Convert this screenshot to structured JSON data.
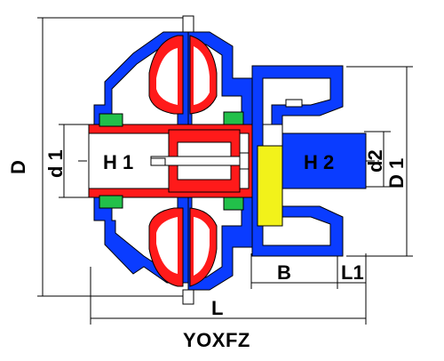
{
  "labels": {
    "D": "D",
    "d1": "d 1",
    "H1": "H 1",
    "H2": "H 2",
    "d2": "d2",
    "D1": "D 1",
    "B": "B",
    "L1": "L1",
    "L": "L",
    "model": "YOXFZ"
  },
  "colors": {
    "housing": "#0a3cff",
    "shaft": "#ff1a1a",
    "bearing": "#22c04a",
    "coupling_disc": "#f2f21a",
    "outline": "#000000",
    "background": "#ffffff"
  }
}
